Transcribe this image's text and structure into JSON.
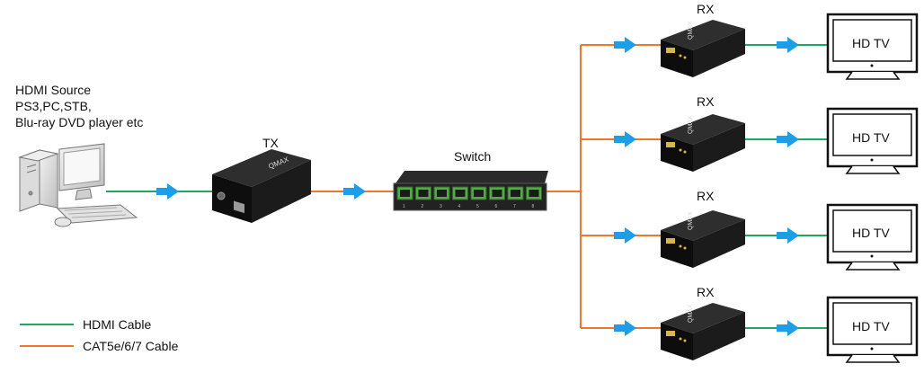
{
  "source": {
    "label_lines": [
      "HDMI Source",
      "PS3,PC,STB,",
      "Blu-ray DVD player etc"
    ]
  },
  "transmitter": {
    "label": "TX",
    "brand": "QMAX"
  },
  "switch": {
    "label": "Switch",
    "port_numbers": [
      "1",
      "2",
      "3",
      "4",
      "5",
      "6",
      "7",
      "8"
    ]
  },
  "receivers": [
    {
      "label": "RX",
      "brand": "QMAX",
      "display": "HD TV"
    },
    {
      "label": "RX",
      "brand": "QMAX",
      "display": "HD TV"
    },
    {
      "label": "RX",
      "brand": "QMAX",
      "display": "HD TV"
    },
    {
      "label": "RX",
      "brand": "QMAX",
      "display": "HD TV"
    }
  ],
  "legend": [
    {
      "label": "HDMI Cable",
      "color": "#1aa862"
    },
    {
      "label": "CAT5e/6/7 Cable",
      "color": "#f0762d"
    }
  ],
  "colors": {
    "hdmi": "#1aa862",
    "cat": "#f0762d",
    "arrow": "#1d9ee6",
    "device": "#1b1b1b"
  }
}
